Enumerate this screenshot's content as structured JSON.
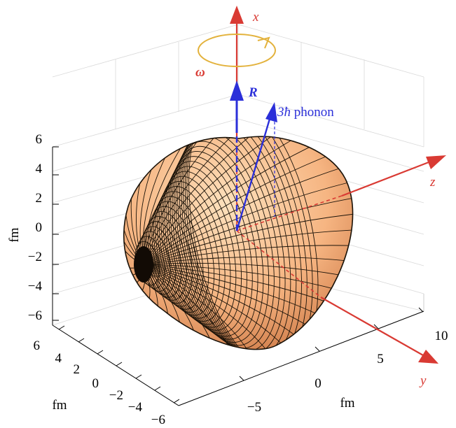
{
  "colors": {
    "axis_red": "#d93a33",
    "vector_blue": "#2b2fd9",
    "rotation_gold": "#e3b23c",
    "surface_light": "#fbd4a8",
    "surface_dark": "#e08c58",
    "mesh": "#1a1208"
  },
  "ticks": {
    "vertical": [
      "6",
      "4",
      "2",
      "0",
      "−2",
      "−4",
      "−6"
    ],
    "left_depth": [
      "6",
      "4",
      "2",
      "0",
      "−2",
      "−4",
      "−6"
    ],
    "right_depth": [
      "−5",
      "0",
      "5",
      "10"
    ]
  },
  "axis_titles": {
    "vertical": "fm",
    "left_depth": "fm",
    "right_depth": "fm"
  },
  "vectors": {
    "x": "x",
    "y": "y",
    "z": "z",
    "omega": "ω",
    "R": "R",
    "phonon_prefix": "3ħ",
    "phonon_word": "phonon"
  }
}
